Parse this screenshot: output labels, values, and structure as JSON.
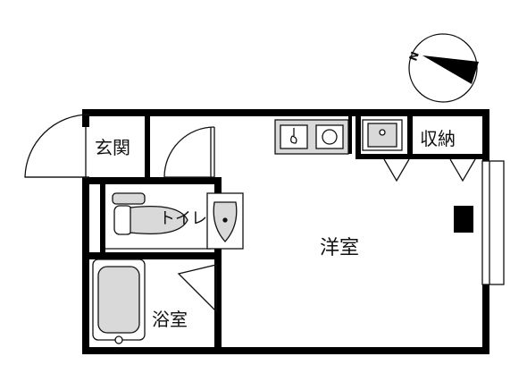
{
  "rooms": {
    "genkan": "玄関",
    "toilet": "トイレ",
    "bath": "浴室",
    "western": "洋室",
    "storage": "収納"
  },
  "compass": {
    "north_label": "N",
    "icon": "compass-north-arrow-icon"
  },
  "colors": {
    "wall": "#000000",
    "fixture_fill": "#d9d9d9",
    "background": "#ffffff"
  }
}
